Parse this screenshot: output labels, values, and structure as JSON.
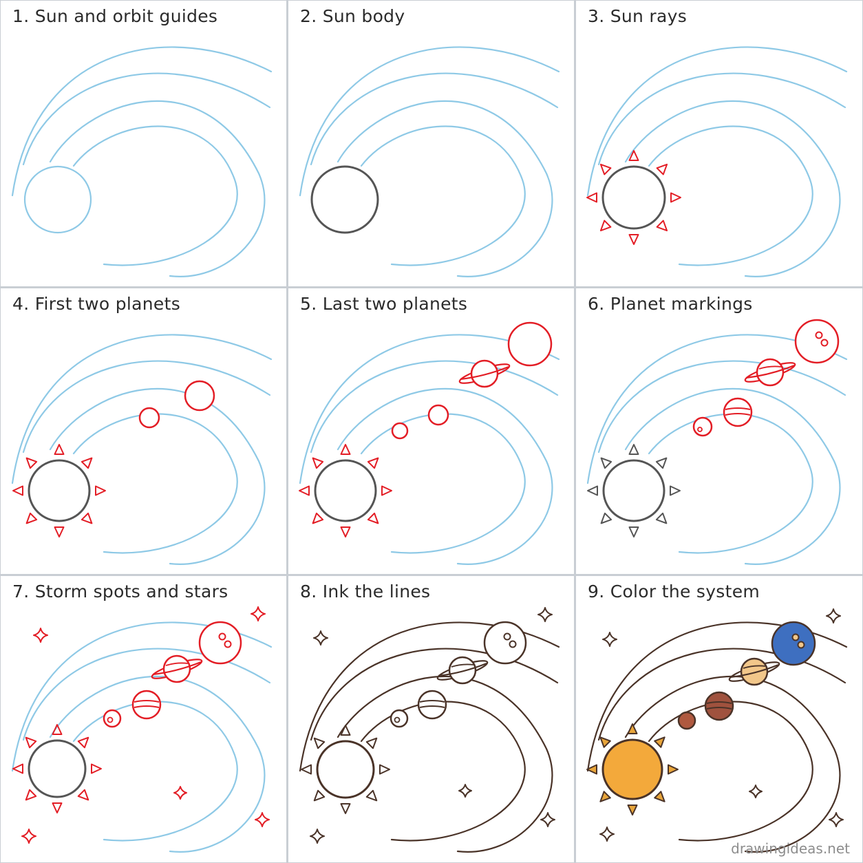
{
  "steps": [
    {
      "title": "1. Sun and orbit guides"
    },
    {
      "title": "2. Sun body"
    },
    {
      "title": "3. Sun rays"
    },
    {
      "title": "4. First two planets"
    },
    {
      "title": "5. Last two planets"
    },
    {
      "title": "6. Planet markings"
    },
    {
      "title": "7. Storm spots and stars"
    },
    {
      "title": "8. Ink the lines"
    },
    {
      "title": "9. Color the system"
    }
  ],
  "footer": {
    "site": "drawingideas.net"
  },
  "colors": {
    "guide": "#8ec9e6",
    "new_stroke": "#e31d25",
    "sun_outline": "#555555",
    "ink": "#4a3328",
    "border": "#c9ced4",
    "sun_fill": "#f3a93b",
    "sun_ray_fill": "#e8a53a",
    "planet_small": "#b0593f",
    "planet_banded": "#a0523e",
    "planet_ringed": "#f2c78a",
    "planet_blue": "#3e6fc0"
  }
}
